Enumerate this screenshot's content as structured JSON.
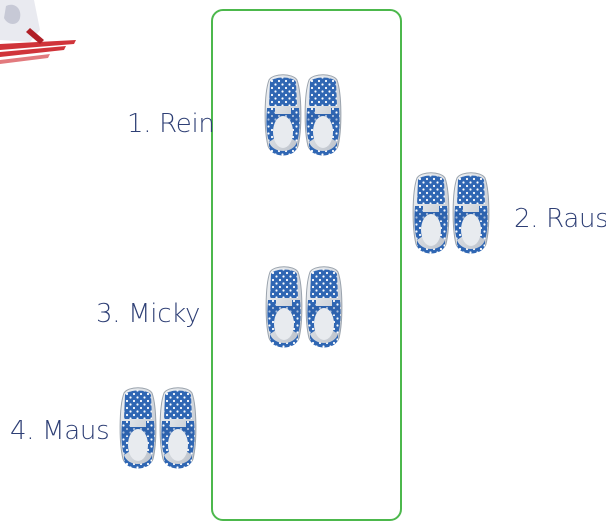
{
  "labels": {
    "step1": "1. Rein",
    "step2": "2. Raus",
    "step3": "3. Micky",
    "step4": "4. Maus"
  },
  "colors": {
    "field_border": "#4cb84c",
    "label_text": "#2e3f75",
    "shoe_fabric": "#2f66b3",
    "shoe_dots": "#ffffff",
    "shoe_sole": "#d9dde3"
  },
  "icons": {
    "shoe_pair": "blue-polka-dot-sandals",
    "corner": "partial-figure-red-stripes"
  }
}
